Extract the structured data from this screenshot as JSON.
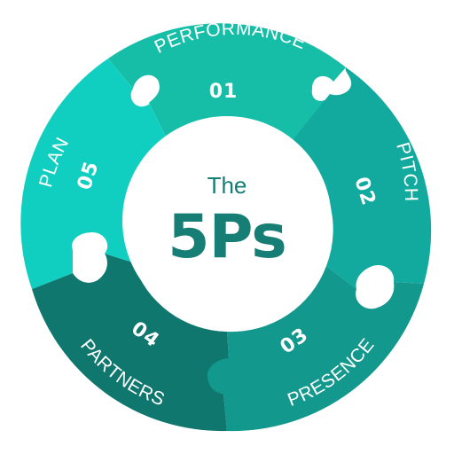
{
  "center": {
    "small": "The",
    "big": "5Ps"
  },
  "segments": [
    {
      "number": "01",
      "label": "PERFORMANCE",
      "color": "#16bea7"
    },
    {
      "number": "02",
      "label": "PITCH",
      "color": "#12aa9e"
    },
    {
      "number": "03",
      "label": "PRESENCE",
      "color": "#12988c"
    },
    {
      "number": "04",
      "label": "PARTNERS",
      "color": "#0f776d"
    },
    {
      "number": "05",
      "label": "PLAN",
      "color": "#10cfc0"
    }
  ],
  "colors": {
    "center_text": "#167e74",
    "background": "#ffffff"
  }
}
